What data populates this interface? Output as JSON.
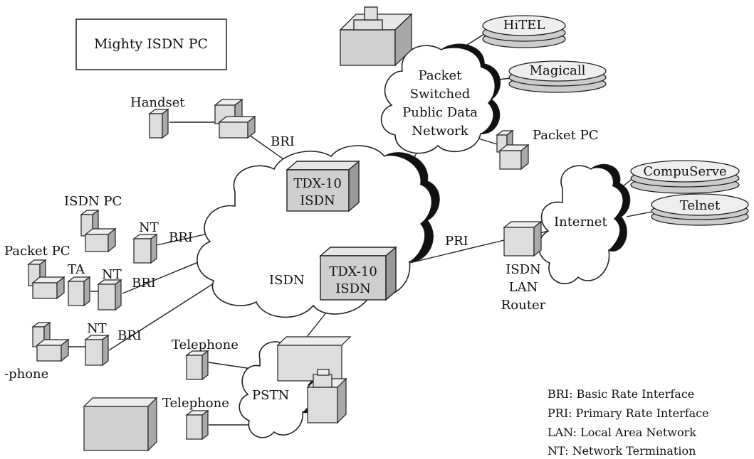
{
  "title_box": "Mighty ISDN PC",
  "clouds": {
    "packet_network": [
      "Packet",
      "Switched",
      "Public Data",
      "Network"
    ],
    "isdn": "ISDN",
    "internet": "Internet",
    "pstn": "PSTN"
  },
  "switches": {
    "upper": [
      "TDX-10",
      "ISDN"
    ],
    "lower": [
      "TDX-10",
      "ISDN"
    ]
  },
  "services": {
    "hitel": "HiTEL",
    "magicall": "Magicall",
    "compuserve": "CompuServe",
    "telnet": "Telnet"
  },
  "devices": {
    "handset": "Handset",
    "packet_pc_right": "Packet PC",
    "isdn_pc": "ISDN PC",
    "packet_pc_left": "Packet PC",
    "phone": "-phone",
    "telephone_upper": "Telephone",
    "telephone_lower": "Telephone",
    "router": [
      "ISDN",
      "LAN",
      "Router"
    ]
  },
  "links": {
    "bri_handset": "BRI",
    "nt_isdn_pc": "NT",
    "bri_isdn_pc": "BRI",
    "ta": "TA",
    "nt_packet_pc": "NT",
    "bri_packet_pc": "BRI",
    "nt_phone": "NT",
    "bri_phone": "BRI",
    "pri": "PRI"
  },
  "legend": [
    "BRI: Basic Rate Interface",
    "PRI: Primary Rate Interface",
    "LAN: Local Area Network",
    "NT: Network Termination"
  ]
}
